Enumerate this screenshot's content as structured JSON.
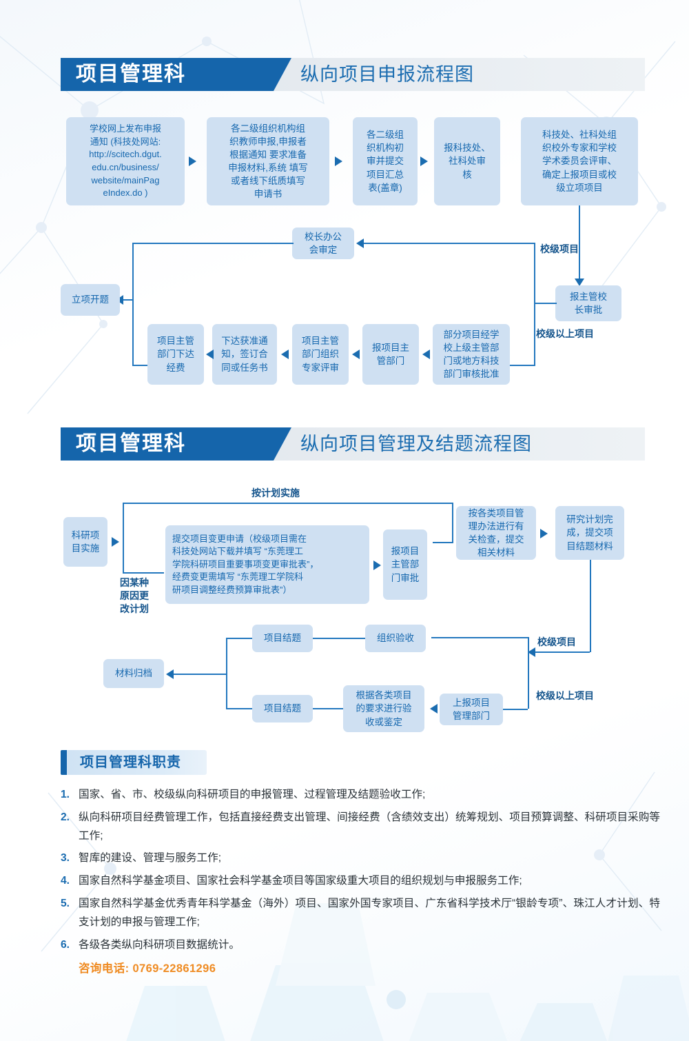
{
  "colors": {
    "brand_blue": "#1565ab",
    "box_blue": "#cfe0f2",
    "text_blue": "#1567ae",
    "line_blue": "#2277be",
    "accent_orange": "#ef8b22"
  },
  "section1": {
    "banner_blue": "项目管理科",
    "banner_grey": "纵向项目申报流程图",
    "boxes": {
      "b1": "学校网上发布申报\n通知 (科技处网站:\nhttp://scitech.dgut.\nedu.cn/business/\nwebsite/mainPag\neIndex.do )",
      "b2": "各二级组织机构组\n织教师申报,申报者\n根据通知 要求准备\n申报材料,系统 填写\n或者线下纸质填写\n申请书",
      "b3": "各二级组\n织机构初\n审并提交\n项目汇总\n表(盖章)",
      "b4": "报科技处、\n社科处审\n核",
      "b5": "科技处、社科处组\n织校外专家和学校\n学术委员会评审、\n确定上报项目或校\n级立项项目",
      "b6": "校长办公\n会审定",
      "b7": "报主管校\n长审批",
      "b8": "立项开题",
      "b9": "项目主管\n部门下达\n经费",
      "b10": "下达获准通\n知，签订合\n同或任务书",
      "b11": "项目主管\n部门组织\n专家评审",
      "b12": "报项目主\n管部门",
      "b13": "部分项目经学\n校上级主管部\n门或地方科技\n部门审核批准"
    },
    "labels": {
      "school_level": "校级项目",
      "above_school_level": "校级以上项目"
    }
  },
  "section2": {
    "banner_blue": "项目管理科",
    "banner_grey": "纵向项目管理及结题流程图",
    "boxes": {
      "c1": "科研项\n目实施",
      "c2": "提交项目变更申请（校级项目需在\n科技处网站下载并填写 “东莞理工\n学院科研项目重要事项变更审批表”，\n经费变更需填写 “东莞理工学院科\n研项目调整经费预算审批表”）",
      "c3": "报项目\n主管部\n门审批",
      "c4": "按各类项目管\n理办法进行有\n关检查，提交\n相关材料",
      "c5": "研究计划完\n成，提交项\n目结题材料",
      "c6": "项目结题",
      "c7": "组织验收",
      "c8": "材料归档",
      "c9": "项目结题",
      "c10": "根据各类项目\n的要求进行验\n收或鉴定",
      "c11": "上报项目\n管理部门"
    },
    "labels": {
      "as_planned": "按计划实施",
      "change_plan": "因某种\n原因更\n改计划",
      "school_level": "校级项目",
      "above_school_level": "校级以上项目"
    }
  },
  "duties": {
    "title": "项目管理科职责",
    "items": [
      {
        "num": "1.",
        "text": "国家、省、市、校级纵向科研项目的申报管理、过程管理及结题验收工作;"
      },
      {
        "num": "2.",
        "text": "纵向科研项目经费管理工作，包括直接经费支出管理、间接经费（含绩效支出）统筹规划、项目预算调整、科研项目采购等工作;"
      },
      {
        "num": "3.",
        "text": "智库的建设、管理与服务工作;"
      },
      {
        "num": "4.",
        "text": "国家自然科学基金项目、国家社会科学基金项目等国家级重大项目的组织规划与申报服务工作;"
      },
      {
        "num": "5.",
        "text": "国家自然科学基金优秀青年科学基金（海外）项目、国家外国专家项目、广东省科学技术厅“银龄专项”、珠江人才计划、特支计划的申报与管理工作;"
      },
      {
        "num": "6.",
        "text": "各级各类纵向科研项目数据统计。"
      }
    ],
    "phone": "咨询电话: 0769-22861296"
  }
}
